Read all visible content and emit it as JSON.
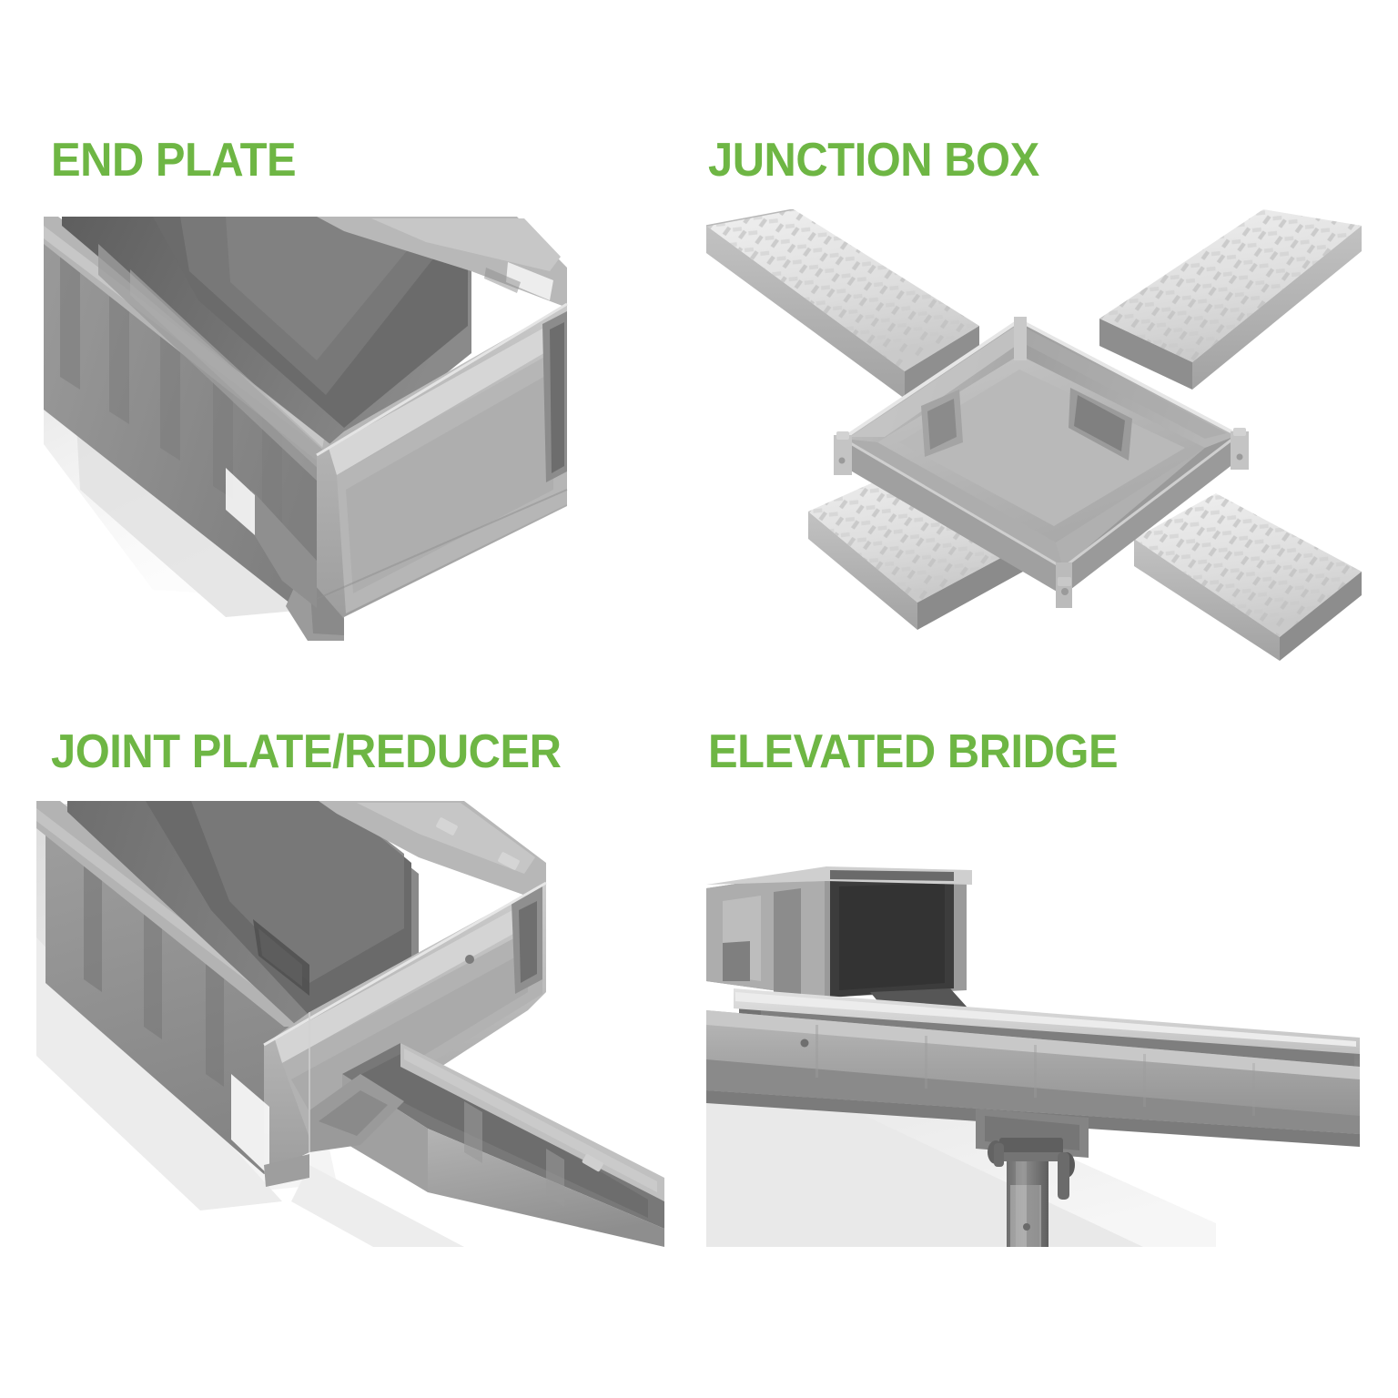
{
  "page": {
    "background_color": "#ffffff",
    "accent_color": "#6EB644",
    "layout": "2x2-product-grid"
  },
  "products": [
    {
      "id": "end-plate",
      "title": "END PLATE",
      "photo_alt": "Grayscale photo of a polymer concrete trench drain channel with an end plate fitted on the near end",
      "photo_style": "grayscale-product-photo"
    },
    {
      "id": "junction-box",
      "title": "JUNCTION BOX",
      "photo_alt": "Grayscale photo of a square junction box with four trench channels radiating outward in an X pattern, covered with diamond-plate grates",
      "photo_style": "grayscale-product-photo"
    },
    {
      "id": "joint-plate",
      "title": "JOINT PLATE/REDUCER",
      "photo_alt": "Grayscale photo of two trench channels of different widths joined by a joint plate reducer",
      "photo_style": "grayscale-product-photo"
    },
    {
      "id": "elevated-bridge",
      "title": "ELEVATED BRIDGE",
      "photo_alt": "Grayscale photo of an elevated trench channel bridge supported on an adjustable metal pedestal leg",
      "photo_style": "grayscale-product-photo"
    }
  ]
}
